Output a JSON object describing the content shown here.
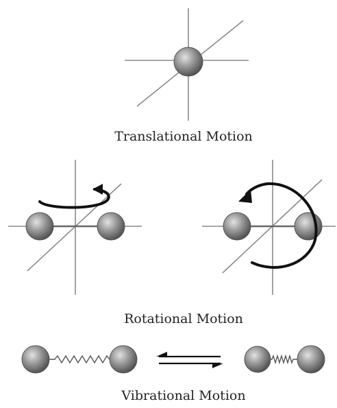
{
  "panels": {
    "translational": {
      "caption": "Translational Motion"
    },
    "rotational": {
      "caption": "Rotational Motion"
    },
    "vibrational": {
      "caption": "Vibrational Motion"
    }
  },
  "colors": {
    "axis": "#8a8a8a",
    "arrow": "#111111",
    "sphere_light": "#d6d6d6",
    "sphere_mid": "#8f8f8f",
    "sphere_dark": "#4a4a4a",
    "spring": "#555555",
    "caption": "#222222"
  }
}
